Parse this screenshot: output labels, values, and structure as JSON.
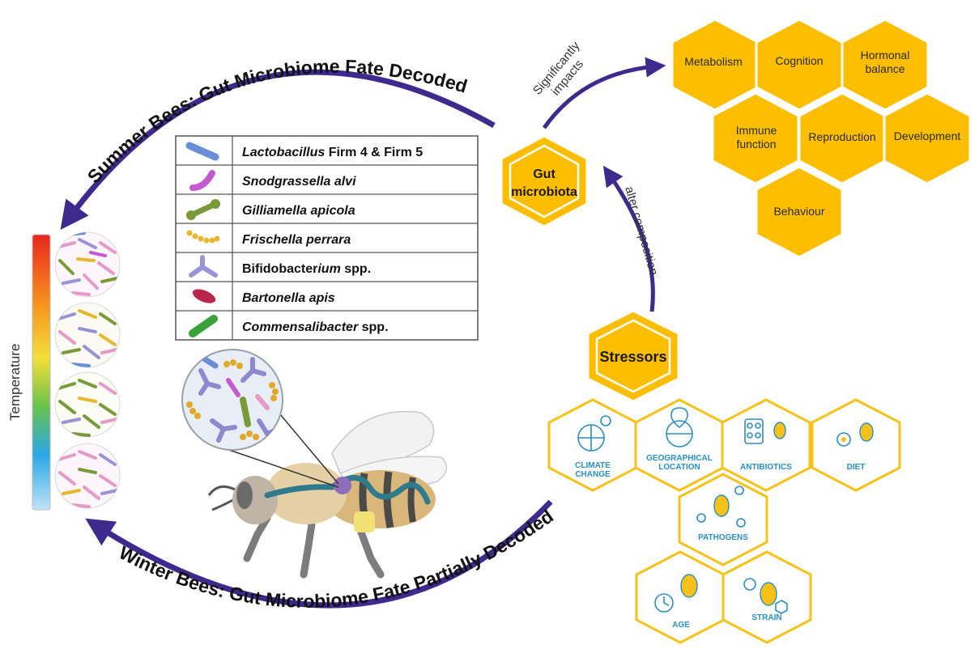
{
  "arcs": {
    "summer": "Summer Bees: Gut Microbiome Fate Decoded",
    "winter": "Winter Bees: Gut Microbiome Fate Partially Decoded"
  },
  "temperature_label": "Temperature",
  "gut_microbiota": {
    "line1": "Gut",
    "line2": "microbiota"
  },
  "impacts": {
    "line1": "Significantly",
    "line2": "impacts"
  },
  "alter_composition": "alter composition",
  "effects": [
    {
      "label": "Metabolism"
    },
    {
      "label": "Cognition"
    },
    {
      "line1": "Hormonal",
      "line2": "balance"
    },
    {
      "line1": "Immune",
      "line2": "function"
    },
    {
      "label": "Reproduction"
    },
    {
      "label": "Development"
    },
    {
      "label": "Behaviour"
    }
  ],
  "stressors_title": "Stressors",
  "stressors": [
    {
      "line1": "CLIMATE",
      "line2": "CHANGE"
    },
    {
      "line1": "GEOGRAPHICAL",
      "line2": "LOCATION"
    },
    {
      "label": "ANTIBIOTICS"
    },
    {
      "label": "DIET"
    },
    {
      "label": "PATHOGENS"
    },
    {
      "label": "AGE"
    },
    {
      "label": "STRAIN"
    }
  ],
  "legend": [
    {
      "italic": "Lactobacillus",
      "plain": " Firm 4 & Firm 5",
      "color": "#6b8fd6"
    },
    {
      "italic": "Snodgrassella alvi",
      "plain": "",
      "color": "#c45ad0"
    },
    {
      "italic": "Gilliamella apicola",
      "plain": "",
      "color": "#7a9a3a"
    },
    {
      "italic": "Frischella perrara",
      "plain": "",
      "color": "#e6b830"
    },
    {
      "prefix": "Bifidobacter",
      "italic": "ium",
      "plain": " spp.",
      "color": "#9a93d6"
    },
    {
      "italic": "Bartonella apis",
      "plain": "",
      "color": "#b8264a"
    },
    {
      "italic": "Commensalibacter",
      "plain": " spp.",
      "color": "#3aa03a"
    }
  ],
  "colors": {
    "accent_arrow": "#3d2a8c",
    "honeycomb": "#fdbe00",
    "stressor_icon": "#2a8fbf"
  }
}
